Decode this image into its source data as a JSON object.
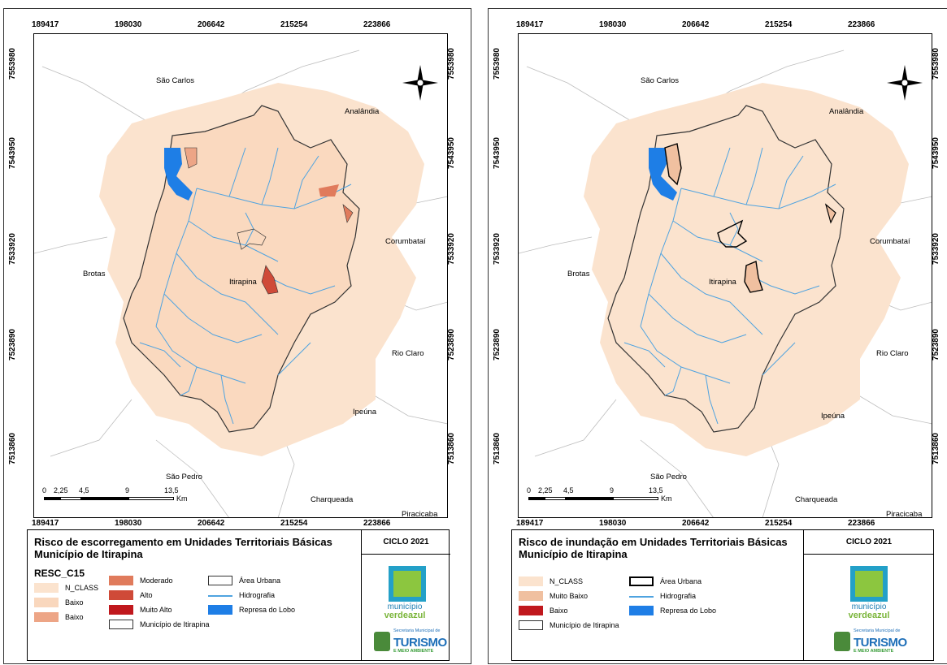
{
  "left_panel": {
    "coords_top": [
      "189417",
      "198030",
      "206642",
      "215254",
      "223866"
    ],
    "coords_bottom": [
      "189417",
      "198030",
      "206642",
      "215254",
      "223866"
    ],
    "coords_left": [
      "7553980",
      "7543950",
      "7533920",
      "7523890",
      "7513860"
    ],
    "coords_right": [
      "7553980",
      "7543950",
      "7533920",
      "7523890",
      "7513860"
    ],
    "places": {
      "sao_carlos": "São Carlos",
      "analandia": "Analândia",
      "corumbatai": "Corumbataí",
      "brotas": "Brotas",
      "itirapina": "Itirapina",
      "rio_claro": "Rio Claro",
      "ipeuna": "Ipeúna",
      "sao_pedro": "São Pedro",
      "charqueada": "Charqueada",
      "piracicaba": "Piracicaba"
    },
    "scale": {
      "labels": [
        "0",
        "2,25",
        "4,5",
        "9",
        "13,5"
      ],
      "unit": "Km"
    },
    "legend": {
      "title": "Risco de escorregamento em Unidades Territoriais Básicas",
      "subtitle": "Município de Itirapina",
      "heading": "RESC_C15",
      "items": [
        {
          "label": "N_CLASS",
          "color": "#fbe3ce"
        },
        {
          "label": "Baixo",
          "color": "#f9d7bd"
        },
        {
          "label": "Baixo",
          "color": "#eda586"
        },
        {
          "label": "Moderado",
          "color": "#e07b5c"
        },
        {
          "label": "Alto",
          "color": "#cf4a38"
        },
        {
          "label": "Muito Alto",
          "color": "#c0181d"
        },
        {
          "label": "Município de Itirapina",
          "color": "#ffffff"
        },
        {
          "label": "Área Urbana",
          "color": "#ffffff"
        },
        {
          "label": "Hidrografia",
          "color": "#4fa3e0"
        },
        {
          "label": "Represa do Lobo",
          "color": "#1e7ee6"
        }
      ]
    },
    "cycle": "CICLO 2021"
  },
  "right_panel": {
    "coords_top": [
      "189417",
      "198030",
      "206642",
      "215254",
      "223866"
    ],
    "coords_bottom": [
      "189417",
      "198030",
      "206642",
      "215254",
      "223866"
    ],
    "coords_left": [
      "7553980",
      "7543950",
      "7533920",
      "7523890",
      "7513860"
    ],
    "coords_right": [
      "7553980",
      "7543950",
      "7533920",
      "7523890",
      "7513860"
    ],
    "places": {
      "sao_carlos": "São Carlos",
      "analandia": "Analândia",
      "corumbatai": "Corumbataí",
      "brotas": "Brotas",
      "itirapina": "Itirapina",
      "rio_claro": "Rio Claro",
      "ipeuna": "Ipeúna",
      "sao_pedro": "São Pedro",
      "charqueada": "Charqueada",
      "piracicaba": "Piracicaba"
    },
    "scale": {
      "labels": [
        "0",
        "2,25",
        "4,5",
        "9",
        "13,5"
      ],
      "unit": "Km"
    },
    "legend": {
      "title": "Risco de inundação em Unidades Territoriais Básicas",
      "subtitle": "Município de Itirapina",
      "items": [
        {
          "label": "N_CLASS",
          "color": "#fbe3ce"
        },
        {
          "label": "Muito Baixo",
          "color": "#f0c0a0"
        },
        {
          "label": "Baixo",
          "color": "#c0181d"
        },
        {
          "label": "Município de Itirapina",
          "color": "#ffffff"
        },
        {
          "label": "Área Urbana",
          "color": "#ffffff"
        },
        {
          "label": "Hidrografia",
          "color": "#4fa3e0"
        },
        {
          "label": "Represa do Lobo",
          "color": "#1e7ee6"
        }
      ]
    },
    "cycle": "CICLO 2021"
  },
  "logos": {
    "municipio_line1": "município",
    "municipio_line2": "verdeazul",
    "turismo_small": "Secretaria Municipal de",
    "turismo": "TURISMO",
    "turismo_small2": "E MEIO AMBIENTE"
  },
  "colors": {
    "land": "#fbe3ce",
    "river": "#4fa3e0",
    "reservoir": "#1e7ee6",
    "boundary": "#333333"
  }
}
